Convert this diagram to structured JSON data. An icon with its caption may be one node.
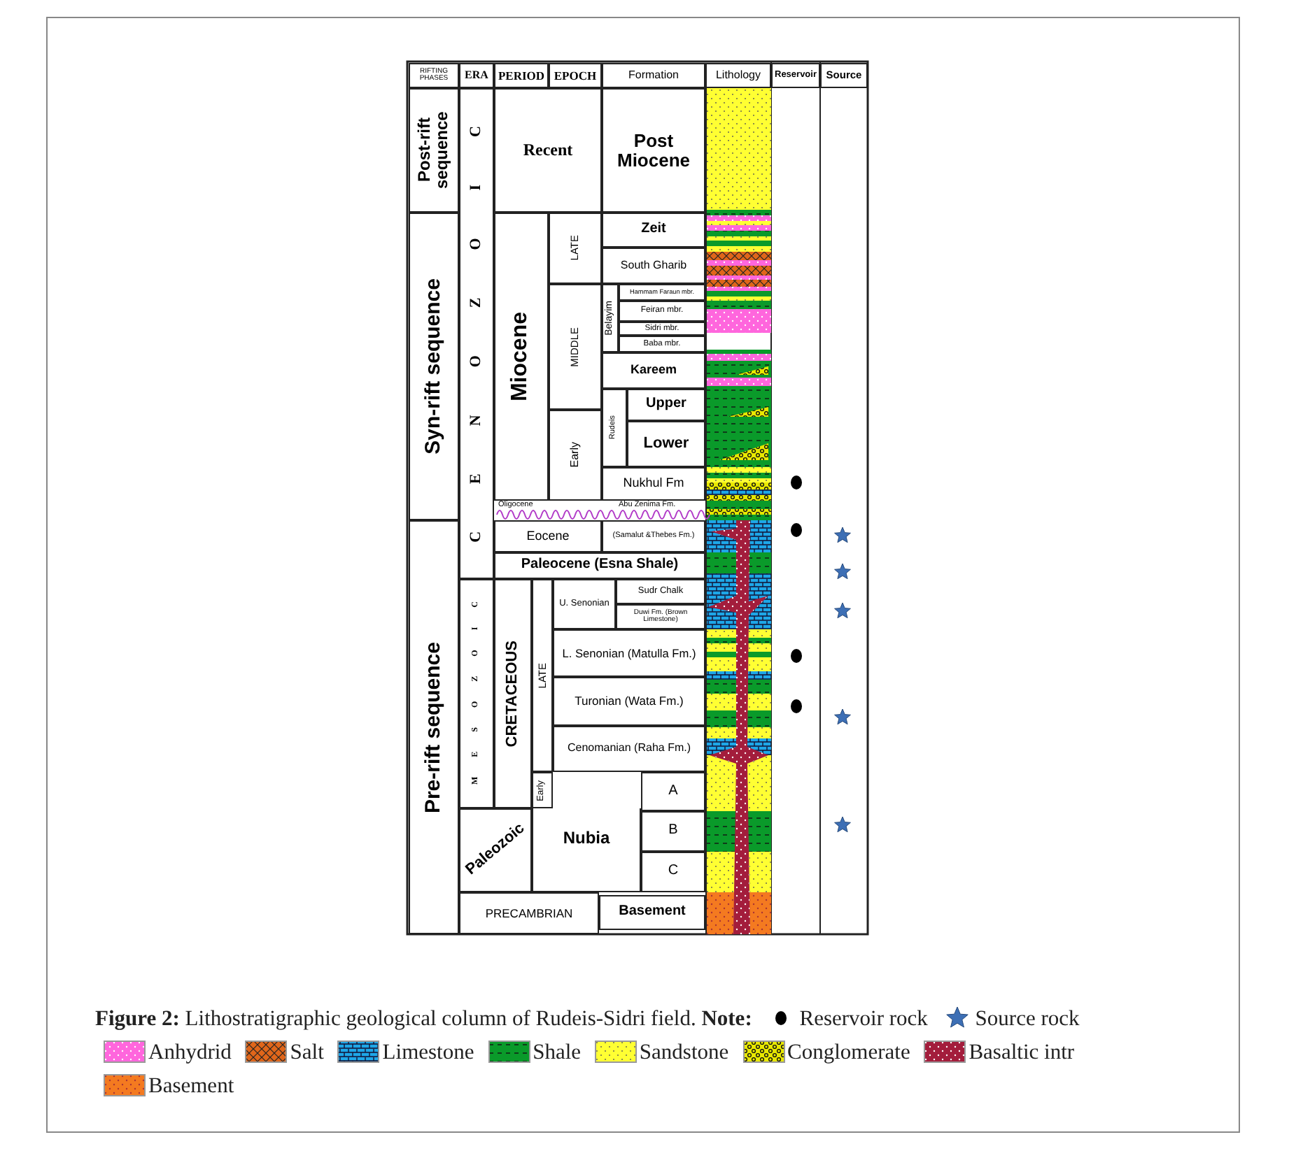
{
  "diagram": {
    "caption": "**Figure 2:** Lithostratigraphic geological column of Rudeis-Sidri field. **Note:**",
    "nodes": [
      {
        "text": [
          "RIFTING PHASES"
        ]
      },
      {
        "text": [
          "ERA"
        ]
      },
      {
        "text": [
          "PERIOD"
        ]
      },
      {
        "text": [
          "EPOCH"
        ]
      },
      {
        "text": [
          "Formation"
        ]
      },
      {
        "text": [
          "Lithology"
        ]
      },
      {
        "text": [
          "Reservoir"
        ]
      },
      {
        "text": [
          "Source"
        ]
      },
      {
        "text": [
          "Post-rift sequence"
        ]
      },
      {
        "text": [
          "Syn-rift sequence"
        ]
      },
      {
        "text": [
          "Pre-rift sequence"
        ]
      },
      {
        "text": [
          "CENOZOIC"
        ]
      },
      {
        "text": [
          "MESOZOIC"
        ]
      },
      {
        "text": [
          "Paleozoic"
        ]
      },
      {
        "text": [
          "PRECAMBRIAN"
        ]
      },
      {
        "text": [
          "Recent"
        ]
      },
      {
        "text": [
          "Post Miocene"
        ]
      },
      {
        "text": [
          "Miocene"
        ]
      },
      {
        "text": [
          "LATE"
        ]
      },
      {
        "text": [
          "MIDDLE"
        ]
      },
      {
        "text": [
          "Early"
        ]
      },
      {
        "text": [
          "Zeit"
        ]
      },
      {
        "text": [
          "South Gharib"
        ]
      },
      {
        "text": [
          "Belayim"
        ]
      },
      {
        "text": [
          "Hammam Faraun mbr."
        ]
      },
      {
        "text": [
          "Feiran mbr."
        ]
      },
      {
        "text": [
          "Sidri mbr."
        ]
      },
      {
        "text": [
          "Baba mbr."
        ]
      },
      {
        "text": [
          "Kareem"
        ]
      },
      {
        "text": [
          "Rudeis"
        ]
      },
      {
        "text": [
          "Upper"
        ]
      },
      {
        "text": [
          "Lower"
        ]
      },
      {
        "text": [
          "Nukhul Fm"
        ]
      },
      {
        "text": [
          "Eocene"
        ]
      },
      {
        "text": [
          "(Samalut &Thebes Fm.)"
        ]
      },
      {
        "text": [
          "Paleocene (Esna Shale)"
        ]
      },
      {
        "text": [
          "CRETACEOUS"
        ]
      },
      {
        "text": [
          "LATE"
        ]
      },
      {
        "text": [
          "Early"
        ]
      },
      {
        "text": [
          "U. Senonian"
        ]
      },
      {
        "text": [
          "Sudr Chalk"
        ]
      },
      {
        "text": [
          "Duwi Fm. (Brown Limestone)"
        ]
      },
      {
        "text": [
          "L. Senonian (Matulla Fm.)"
        ]
      },
      {
        "text": [
          "Turonian (Wata Fm.)"
        ]
      },
      {
        "text": [
          "Cenomanian (Raha Fm.)"
        ]
      },
      {
        "text": [
          "Nubia"
        ]
      },
      {
        "text": [
          "A"
        ]
      },
      {
        "text": [
          "B"
        ]
      },
      {
        "text": [
          "C"
        ]
      },
      {
        "text": [
          "Basement"
        ]
      }
    ],
    "labels": [
      "Oligocene",
      "Abu Zenima Fm."
    ],
    "legend": [
      {
        "text": "Reservoir rock"
      },
      {
        "text": "Source rock"
      },
      {
        "text": "Anhydrid",
        "color": "#ff66dd"
      },
      {
        "text": "Salt",
        "color": "#e0661a"
      },
      {
        "text": "Limestone",
        "color": "#1ea7e8"
      },
      {
        "text": "Shale",
        "color": "#0a9a2a"
      },
      {
        "text": "Sandstone",
        "color": "#ffff33"
      },
      {
        "text": "Conglomerate",
        "color": "#e8e800"
      },
      {
        "text": "Basaltic intr",
        "color": "#a31d3c"
      },
      {
        "text": "Basement",
        "color": "#f47a20"
      }
    ]
  }
}
